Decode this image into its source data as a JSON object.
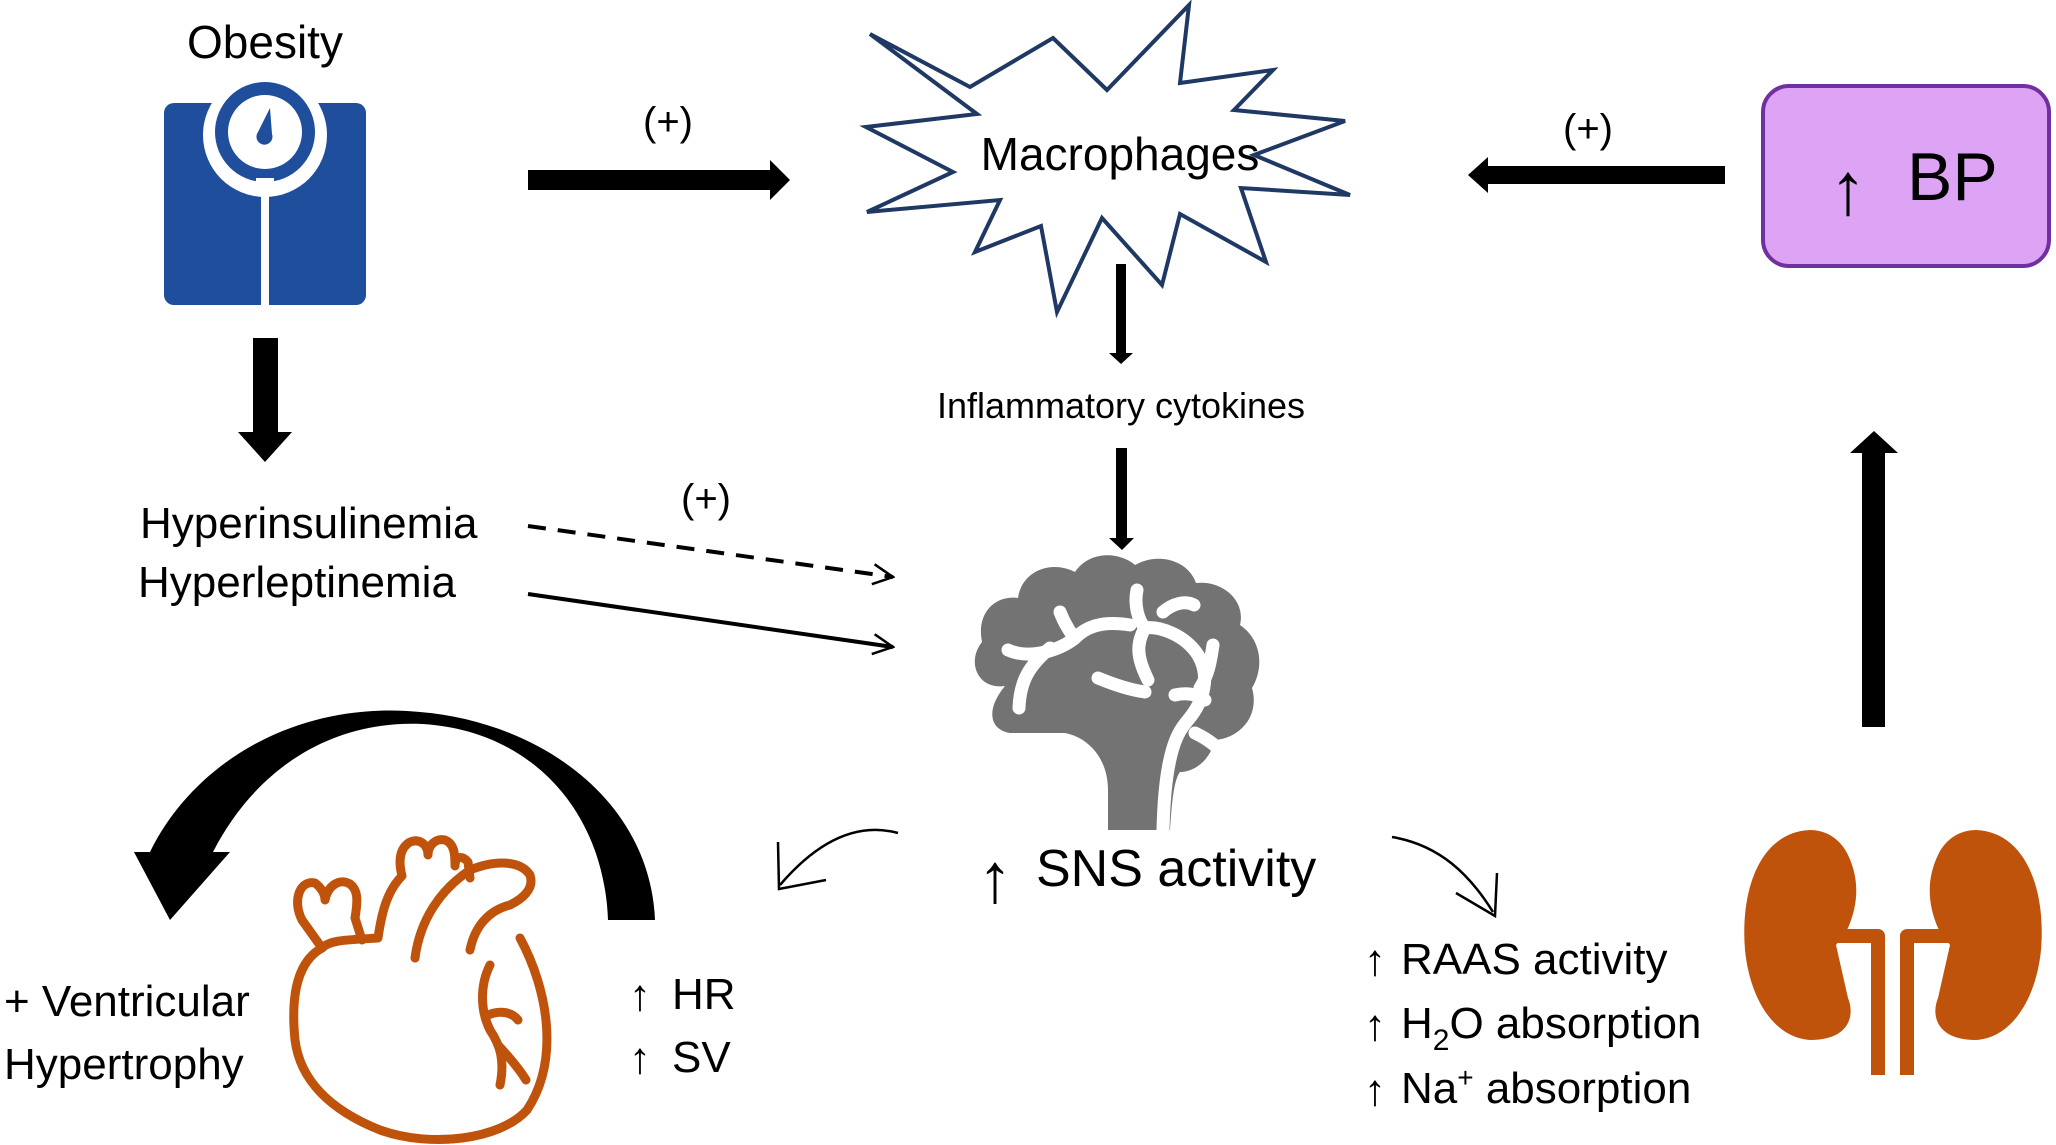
{
  "title": "Obesity-induced hypertension pathway",
  "nodes": {
    "obesity": {
      "label": "Obesity",
      "icon": "bathroom-scale-icon",
      "color": "#1f4e9c"
    },
    "macrophages": {
      "label": "Macrophages",
      "icon": "starburst-shape",
      "outline_color": "#1f3864"
    },
    "cytokines": {
      "label": "Inflammatory cytokines"
    },
    "hyperinsulinemia": {
      "label": "Hyperinsulinemia"
    },
    "hyperleptinemia": {
      "label": "Hyperleptinemia"
    },
    "sns": {
      "arrow": "↑",
      "label": "SNS activity",
      "icon": "brain-icon",
      "color": "#737373"
    },
    "bp": {
      "arrow": "↑",
      "label": "BP",
      "fill": "#dda4f5",
      "border": "#7030a0"
    },
    "heart": {
      "icon": "heart-icon",
      "color": "#c0530c",
      "left_lines": [
        "+ Ventricular",
        "Hypertrophy"
      ],
      "right_items": [
        {
          "arrow": "↑",
          "label": "HR"
        },
        {
          "arrow": "↑",
          "label": "SV"
        }
      ]
    },
    "kidney": {
      "icon": "kidneys-icon",
      "color": "#c0530c",
      "items": [
        {
          "arrow": "↑",
          "label": "RAAS activity"
        },
        {
          "arrow": "↑",
          "label_pre": "H",
          "label_sub": "2",
          "label_post": "O absorption"
        },
        {
          "arrow": "↑",
          "label_pre": "Na",
          "label_sup": "+",
          "label_post": " absorption"
        }
      ]
    }
  },
  "edges": {
    "obesity_to_macrophages": {
      "label": "(+)"
    },
    "bp_to_macrophages": {
      "label": "(+)"
    },
    "hyperinsulinemia_to_sns": {
      "label": "(+)",
      "style": "dashed"
    }
  }
}
